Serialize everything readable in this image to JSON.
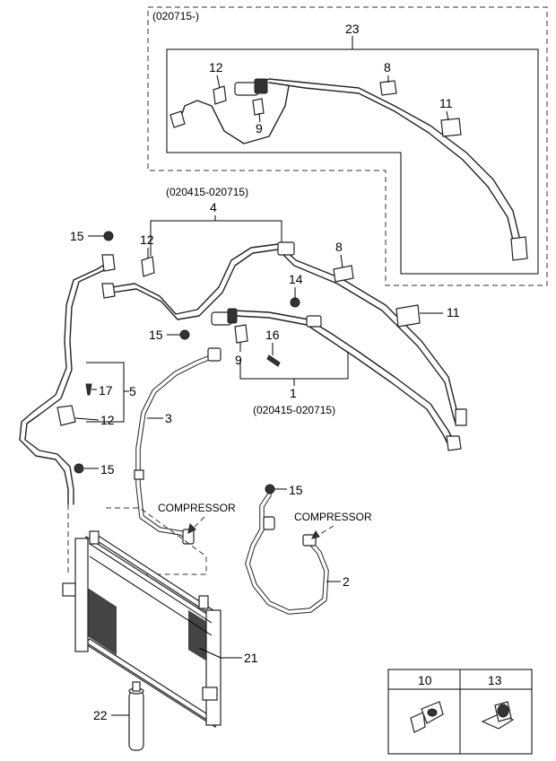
{
  "variant_labels": {
    "top_box": "(020715-)",
    "hose_group_4": "(020415-020715)",
    "hose_group_1": "(020415-020715)"
  },
  "callouts": {
    "c23": "23",
    "c12_top": "12",
    "c8_top": "8",
    "c9_top": "9",
    "c11_top": "11",
    "c4": "4",
    "c15_a": "15",
    "c12_mid": "12",
    "c8_mid": "8",
    "c14": "14",
    "c11_mid": "11",
    "c15_b": "15",
    "c16": "16",
    "c9_mid": "9",
    "c1": "1",
    "c17": "17",
    "c5": "5",
    "c12_low": "12",
    "c3": "3",
    "c15_c": "15",
    "c15_d": "15",
    "c2": "2",
    "c21": "21",
    "c22": "22"
  },
  "direction_labels": {
    "compressor_left": "COMPRESSOR",
    "compressor_right": "COMPRESSOR"
  },
  "legend": {
    "col_10": "10",
    "col_13": "13"
  }
}
